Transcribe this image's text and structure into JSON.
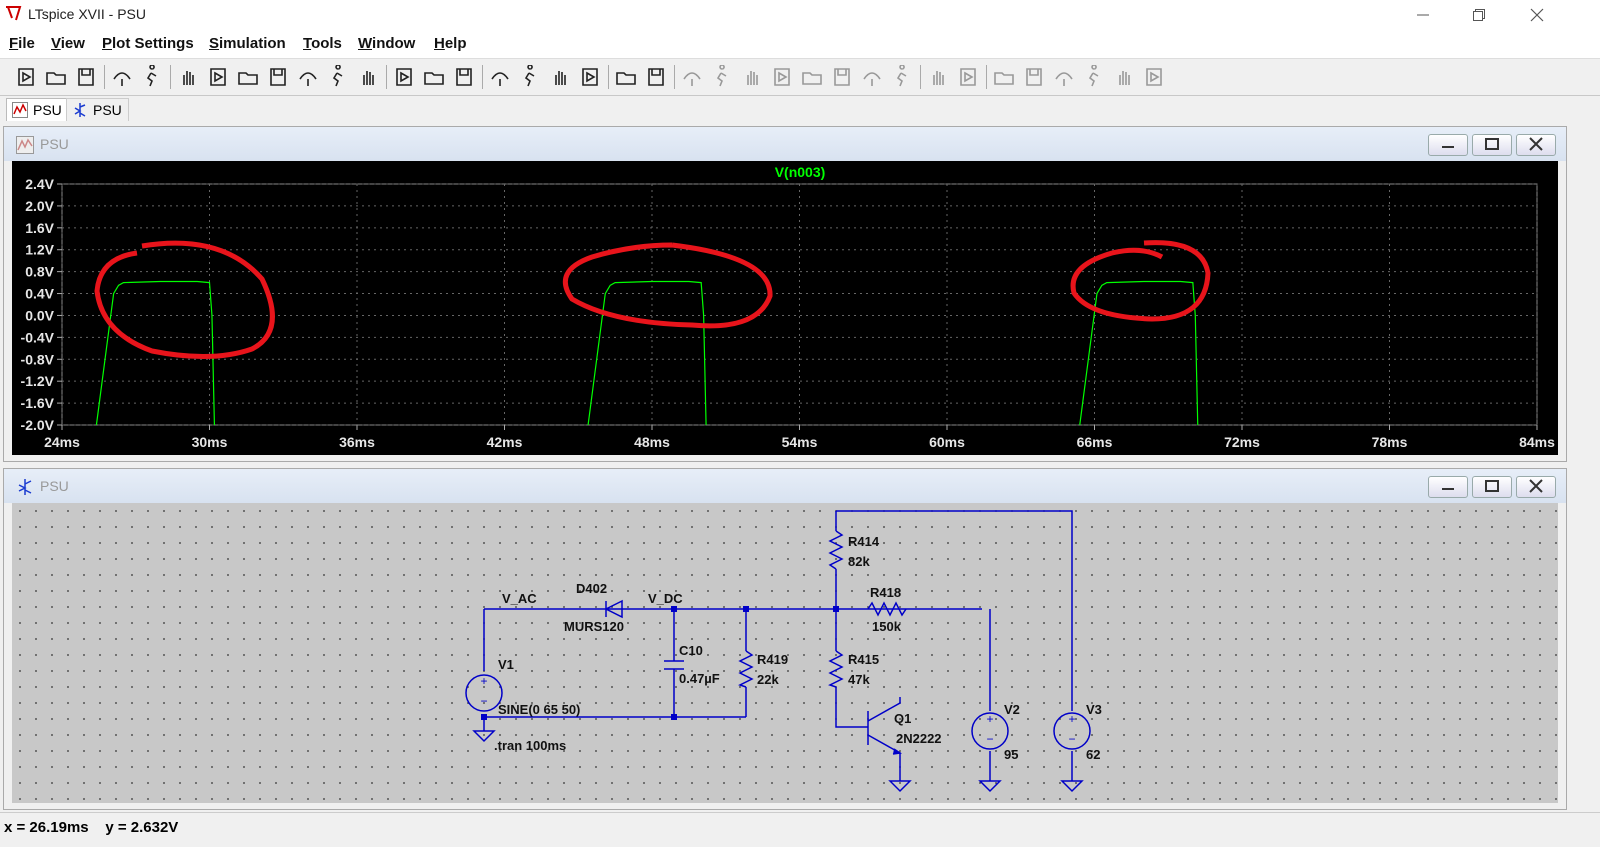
{
  "window": {
    "title": "LTspice XVII - PSU",
    "controls": [
      "minimize",
      "restore",
      "close"
    ]
  },
  "menu": [
    {
      "label": "File",
      "underline": "F",
      "rest": "ile"
    },
    {
      "label": "View",
      "underline": "V",
      "rest": "iew"
    },
    {
      "label": "Plot Settings",
      "underline": "P",
      "rest": "lot Settings"
    },
    {
      "label": "Simulation",
      "underline": "S",
      "rest": "imulation"
    },
    {
      "label": "Tools",
      "underline": "T",
      "rest": "ools"
    },
    {
      "label": "Window",
      "underline": "W",
      "rest": "indow"
    },
    {
      "label": "Help",
      "underline": "H",
      "rest": "elp"
    }
  ],
  "toolbar_icons": [
    "run-icon",
    "open-icon",
    "save-icon",
    "control-panel-icon",
    "halt-icon",
    "pan-icon",
    "zoom-in-icon",
    "zoom-box-icon",
    "zoom-out-icon",
    "zoom-cancel-icon",
    "autorange-icon",
    "autorange-y-icon",
    "tile-horizontal-icon",
    "cascade-icon",
    "tile-vertical-icon",
    "cut-icon",
    "copy-icon",
    "paste-icon",
    "find-icon",
    "print-icon",
    "print-setup-icon",
    "wire-icon",
    "ground-icon",
    "label-net-icon",
    "resistor-icon",
    "capacitor-icon",
    "inductor-icon",
    "diode-icon",
    "component-icon",
    "move-icon",
    "drag-icon",
    "undo-icon",
    "redo-icon",
    "rotate-icon",
    "mirror-icon",
    "text-icon",
    "spice-directive-icon"
  ],
  "tabs": [
    {
      "label": "PSU",
      "kind": "waveform",
      "active": true
    },
    {
      "label": "PSU",
      "kind": "schematic",
      "active": false
    }
  ],
  "waveform": {
    "window_title": "PSU",
    "trace_name": "V(n003)",
    "trace_color": "#00ff00",
    "background": "#000000",
    "annotation_color": "#e8141b",
    "chart_data": {
      "type": "line",
      "title": "V(n003)",
      "xlabel": "",
      "ylabel": "",
      "xlim": [
        24,
        84
      ],
      "ylim": [
        -2.0,
        2.4
      ],
      "grid": true,
      "y_ticks": [
        "2.4V",
        "2.0V",
        "1.6V",
        "1.2V",
        "0.8V",
        "0.4V",
        "0.0V",
        "-0.4V",
        "-0.8V",
        "-1.2V",
        "-1.6V",
        "-2.0V"
      ],
      "y_tick_values": [
        2.4,
        2.0,
        1.6,
        1.2,
        0.8,
        0.4,
        0.0,
        -0.4,
        -0.8,
        -1.2,
        -1.6,
        -2.0
      ],
      "x_ticks": [
        "24ms",
        "30ms",
        "36ms",
        "42ms",
        "48ms",
        "54ms",
        "60ms",
        "66ms",
        "72ms",
        "78ms",
        "84ms"
      ],
      "x_tick_values": [
        24,
        30,
        36,
        42,
        48,
        54,
        60,
        66,
        72,
        78,
        84
      ],
      "series": [
        {
          "name": "V(n003)",
          "x": [
            25.4,
            26.1,
            26.3,
            26.5,
            28.0,
            29.5,
            30.0,
            30.1,
            30.2,
            45.4,
            46.1,
            46.3,
            46.5,
            48.0,
            49.5,
            50.0,
            50.1,
            50.2,
            65.4,
            66.1,
            66.3,
            66.5,
            68.0,
            69.5,
            70.0,
            70.1,
            70.2
          ],
          "y": [
            -2.0,
            0.4,
            0.55,
            0.6,
            0.62,
            0.62,
            0.6,
            0.0,
            -2.0,
            -2.0,
            0.4,
            0.55,
            0.6,
            0.62,
            0.62,
            0.6,
            0.0,
            -2.0,
            -2.0,
            0.4,
            0.55,
            0.6,
            0.62,
            0.62,
            0.6,
            0.0,
            -2.0
          ]
        }
      ],
      "annotations": [
        "red hand-drawn circles around the three pulse tops"
      ]
    }
  },
  "schematic": {
    "window_title": "PSU",
    "wire_color": "#0000c8",
    "labels": {
      "v_ac": "V_AC",
      "d402": "D402",
      "murs120": "MURS120",
      "v_dc": "V_DC",
      "c10": "C10",
      "c10_val": "0.47µF",
      "r419": "R419",
      "r419_val": "22k",
      "r414": "R414",
      "r414_val": "82k",
      "r418": "R418",
      "r418_val": "150k",
      "r415": "R415",
      "r415_val": "47k",
      "q1": "Q1",
      "q1_val": "2N2222",
      "v1": "V1",
      "v1_val": "SINE(0 65 50)",
      "tran": ".tran 100ms",
      "v2": "V2",
      "v2_val": "95",
      "v3": "V3",
      "v3_val": "62"
    }
  },
  "status": {
    "text": "x = 26.19ms    y = 2.632V"
  }
}
